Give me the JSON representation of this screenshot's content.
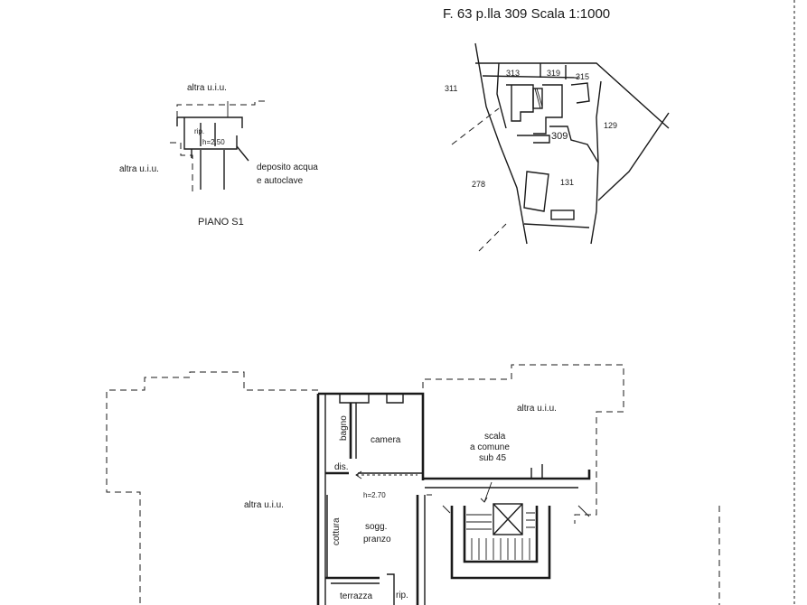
{
  "header": {
    "title": "F. 63 p.lla 309 Scala 1:1000"
  },
  "basement": {
    "floor_label": "PIANO S1",
    "other_unit_top": "altra u.i.u.",
    "other_unit_left": "altra u.i.u.",
    "room_rip": "rip.",
    "height": "h=2.50",
    "tank_line1": "deposito acqua",
    "tank_line2": "e autoclave"
  },
  "cadastral_map": {
    "parcels": [
      "311",
      "313",
      "319",
      "315",
      "309",
      "129",
      "278",
      "131"
    ]
  },
  "main_floor": {
    "other_unit_left": "altra u.i.u.",
    "other_unit_right": "altra u.i.u.",
    "bathroom": "bagno",
    "bedroom": "camera",
    "corridor": "dis.",
    "height": "h=2.70",
    "living_line1": "sogg.",
    "living_line2": "pranzo",
    "kitchenette": "cottura",
    "stair_line1": "scala",
    "stair_line2": "a comune",
    "stair_line3": "sub 45",
    "terrace": "terrazza",
    "storage": "rip."
  }
}
